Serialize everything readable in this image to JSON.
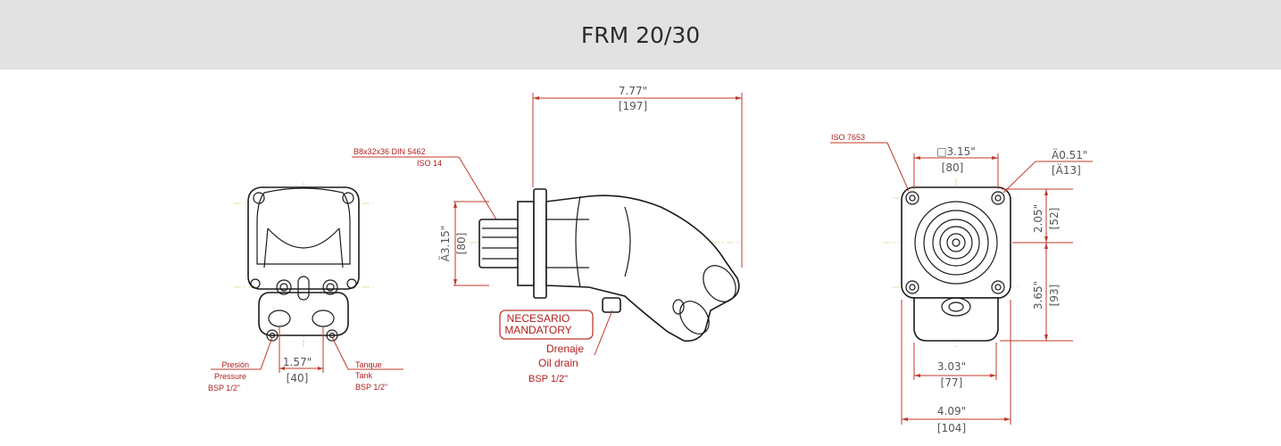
{
  "title": "FRM 20/30",
  "colors": {
    "dimension_line": "#c0392b",
    "outline": "#1a1a1a",
    "title_bar": "#e2e2e2"
  },
  "left_view": {
    "pressure_port": {
      "line1": "Presión",
      "line2": "Pressure",
      "line3": "BSP 1/2\""
    },
    "tank_port": {
      "line1": "Tanque",
      "line2": "Tank",
      "line3": "BSP 1/2\""
    },
    "port_spacing": {
      "inch": "1.57\"",
      "mm": "[40]"
    }
  },
  "side_view": {
    "length": {
      "inch": "7.77\"",
      "mm": "[197]"
    },
    "shaft_spec": {
      "line1": "B8x32x36 DIN 5462",
      "line2": "ISO 14"
    },
    "pilot_diameter": {
      "inch": "Ä3.15\"",
      "mm": "[80]"
    },
    "mandatory_box": {
      "line1": "NECESARIO",
      "line2": "MANDATORY"
    },
    "drain": {
      "line1": "Drenaje",
      "line2": "Oil drain",
      "line3": "BSP 1/2\""
    }
  },
  "front_view": {
    "flange_standard": "ISO 7653",
    "square": {
      "inch": "□3.15\"",
      "mm": "[80]"
    },
    "hole_diameter": {
      "inch": "Ä0.51\"",
      "mm": "[Ä13]"
    },
    "upper_height": {
      "inch": "2.05\"",
      "mm": "[52]"
    },
    "lower_height": {
      "inch": "3.65\"",
      "mm": "[93]"
    },
    "body_width": {
      "inch": "3.03\"",
      "mm": "[77]"
    },
    "overall_width": {
      "inch": "4.09\"",
      "mm": "[104]"
    }
  }
}
